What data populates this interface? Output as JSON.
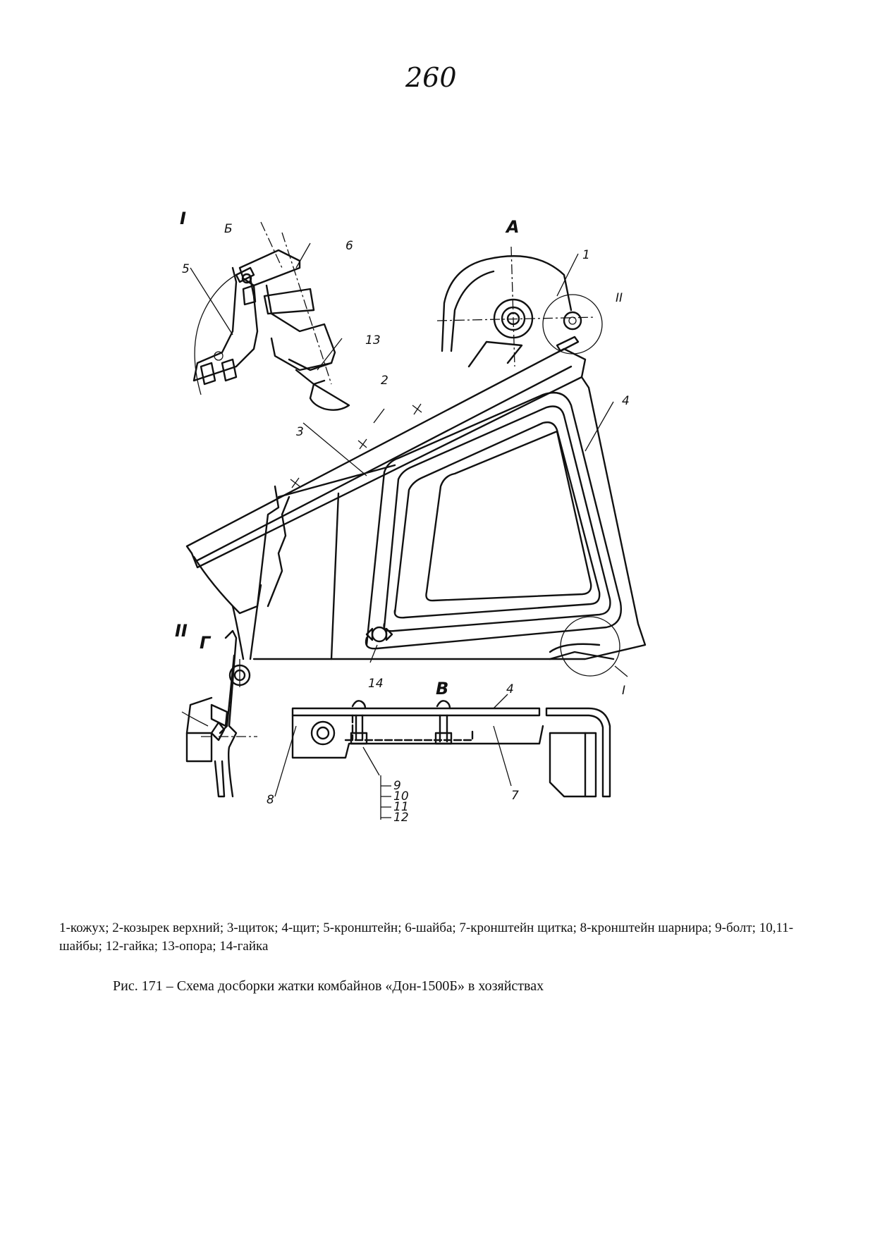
{
  "page_number": "260",
  "labels": {
    "view_A": "А",
    "view_B_cyr": "Б",
    "view_V": "В",
    "view_G": "Г",
    "detail_I": "I",
    "detail_II": "II",
    "n1": "1",
    "n2": "2",
    "n3": "3",
    "n4": "4",
    "n5": "5",
    "n6": "6",
    "n7": "7",
    "n8": "8",
    "n9": "9",
    "n10": "10",
    "n11": "11",
    "n12": "12",
    "n13": "13",
    "n14": "14"
  },
  "legend": "1-кожух; 2-козырек верхний; 3-щиток; 4-щит; 5-кронштейн; 6-шайба; 7-кронштейн щитка; 8-кронштейн шарнира; 9-болт; 10,11-шайбы; 12-гайка; 13-опора; 14-гайка",
  "caption": "Рис. 171 – Схема досборки жатки комбайнов «Дон-1500Б» в хозяйствах"
}
